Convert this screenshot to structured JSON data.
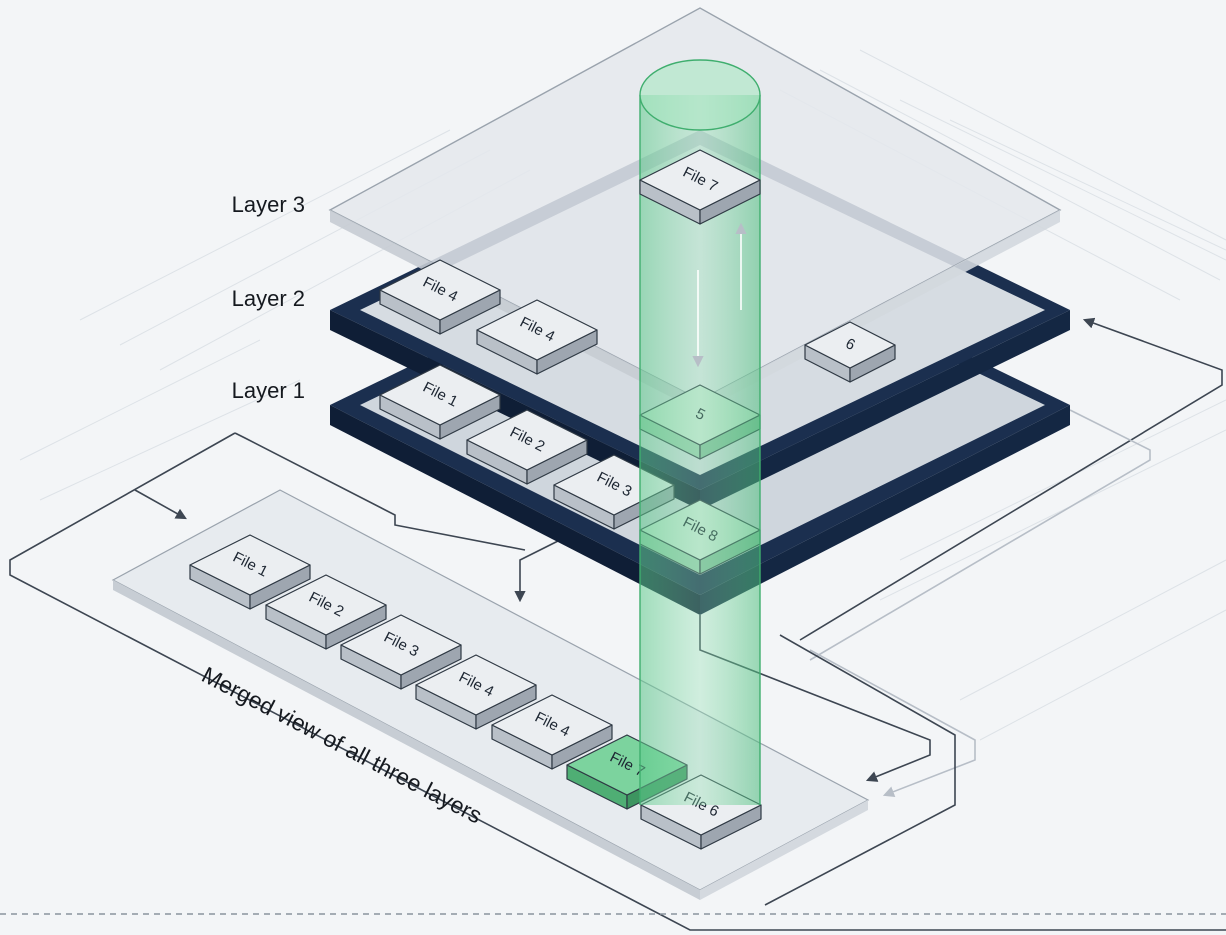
{
  "layers": [
    {
      "label": "Layer 3",
      "files": [
        "File 7"
      ]
    },
    {
      "label": "Layer 2",
      "files": [
        "File 4",
        "File 4",
        "6",
        "5"
      ]
    },
    {
      "label": "Layer 1",
      "files": [
        "File 1",
        "File 2",
        "File 3",
        "File 8"
      ]
    }
  ],
  "merged": {
    "caption": "Merged view of all three layers",
    "files": [
      "File 1",
      "File 2",
      "File 3",
      "File 4",
      "File 4",
      "File 7",
      "File 6"
    ]
  },
  "colors": {
    "background": "#f3f5f7",
    "dark_layer": "#1b2f4f",
    "glass": "#e4e8ec",
    "highlight_green": "#5cc98a",
    "tile": "#ebeef1",
    "line": "#3d4652"
  }
}
